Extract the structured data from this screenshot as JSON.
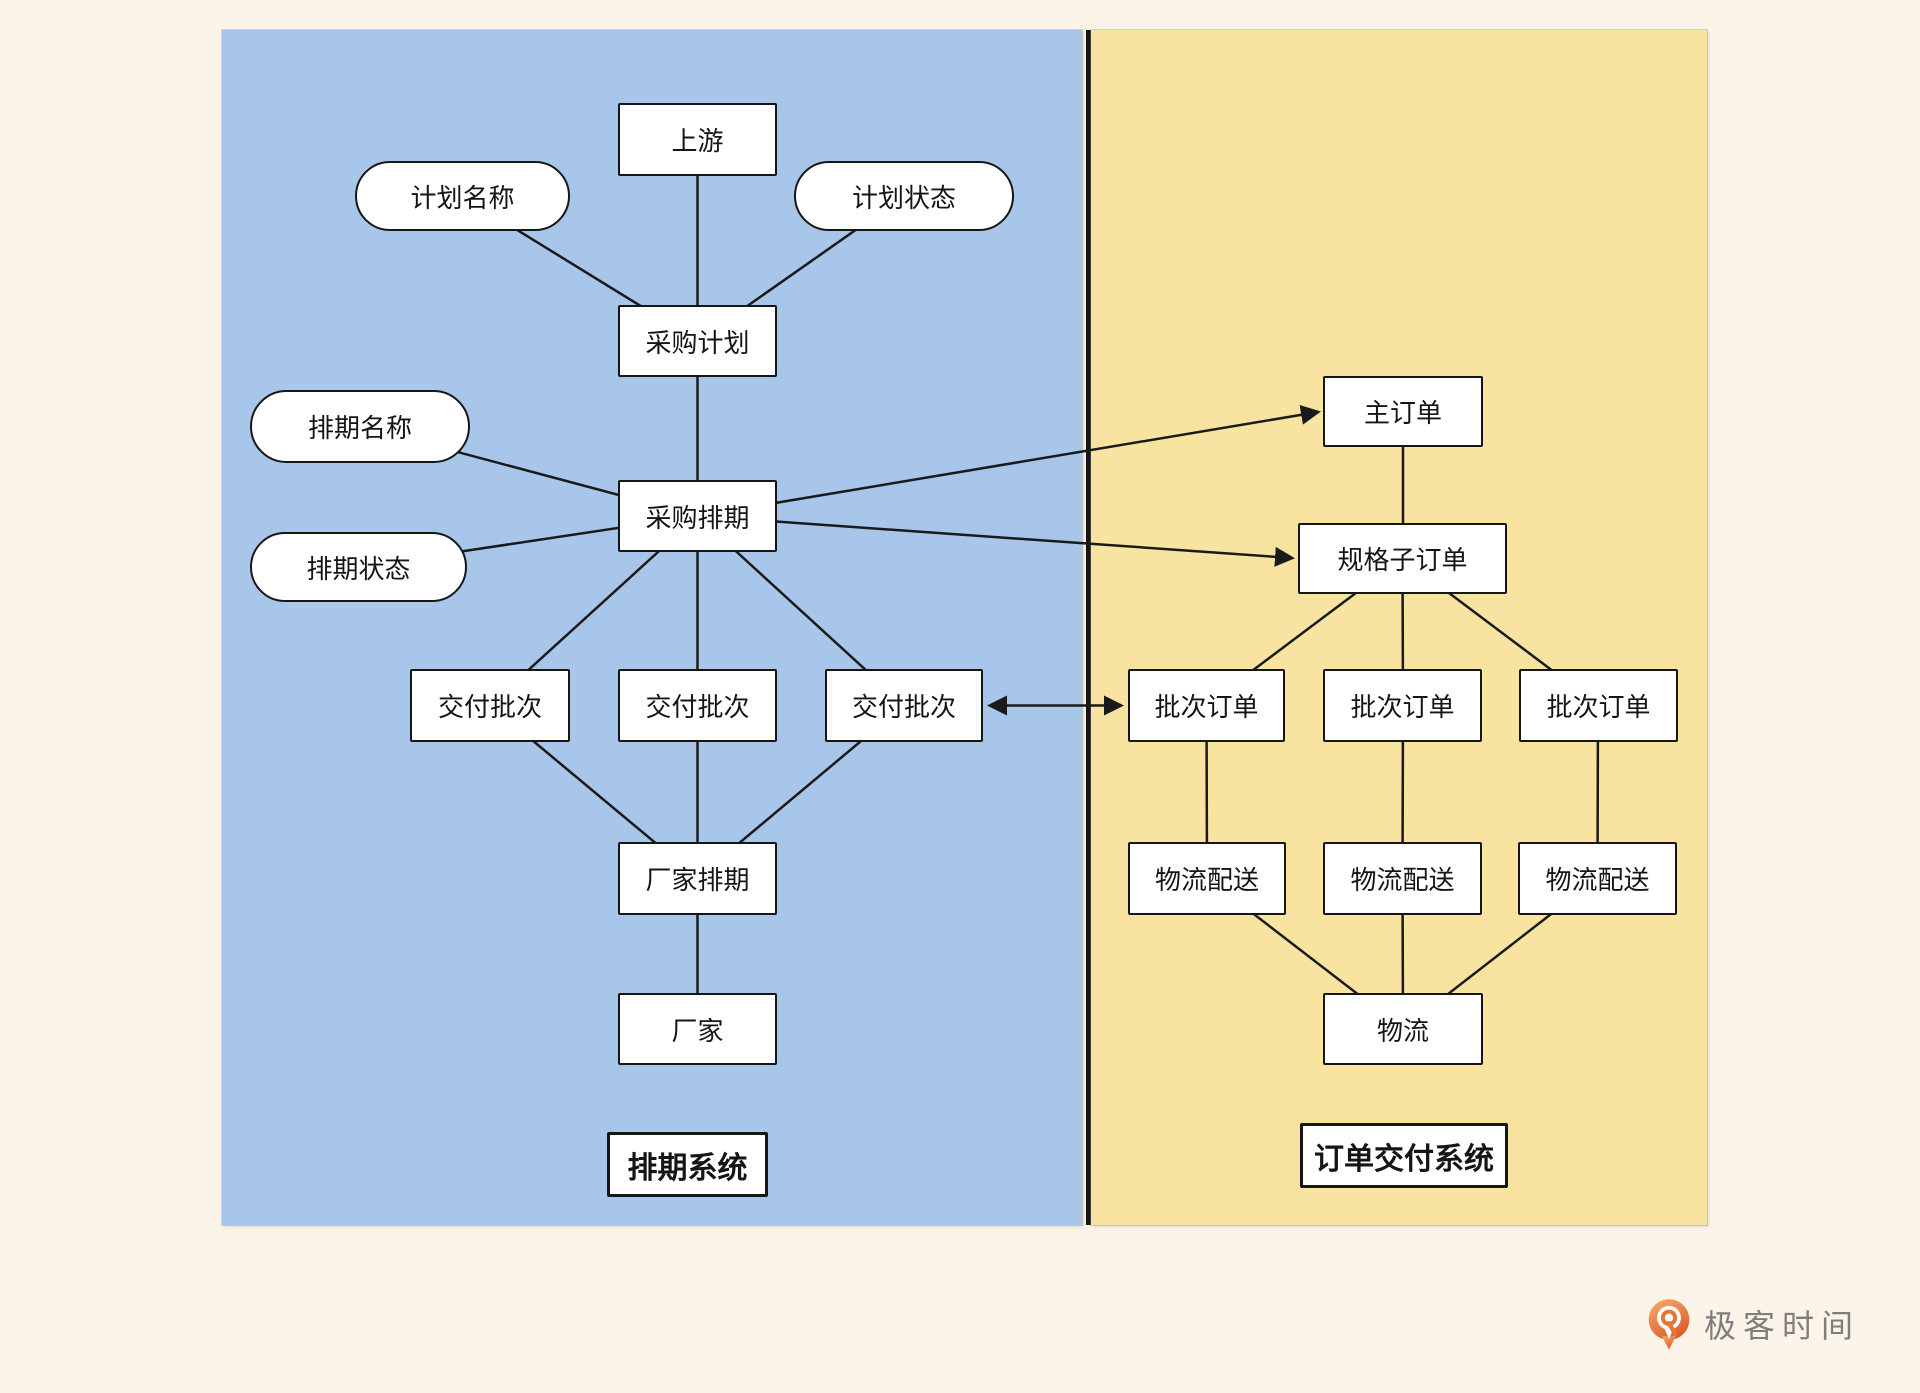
{
  "page": {
    "background_color": "#fcf4e8"
  },
  "panels": {
    "scheduling": {
      "title": "排期系统",
      "color": "#a8c6ea"
    },
    "delivery": {
      "title": "订单交付系统",
      "color": "#f8e3a1"
    }
  },
  "nodes": {
    "upstream": "上游",
    "plan_name": "计划名称",
    "plan_status": "计划状态",
    "purchase_plan": "采购计划",
    "schedule_name": "排期名称",
    "schedule_status": "排期状态",
    "purchase_schedule": "采购排期",
    "delivery_batches": [
      "交付批次",
      "交付批次",
      "交付批次"
    ],
    "manufacturer_schedule": "厂家排期",
    "manufacturer": "厂家",
    "main_order": "主订单",
    "spec_sub_order": "规格子订单",
    "batch_orders": [
      "批次订单",
      "批次订单",
      "批次订单"
    ],
    "logistics_deliveries": [
      "物流配送",
      "物流配送",
      "物流配送"
    ],
    "logistics": "物流"
  },
  "footer": {
    "brand": "极客时间",
    "brand_color": "#e8743c"
  }
}
